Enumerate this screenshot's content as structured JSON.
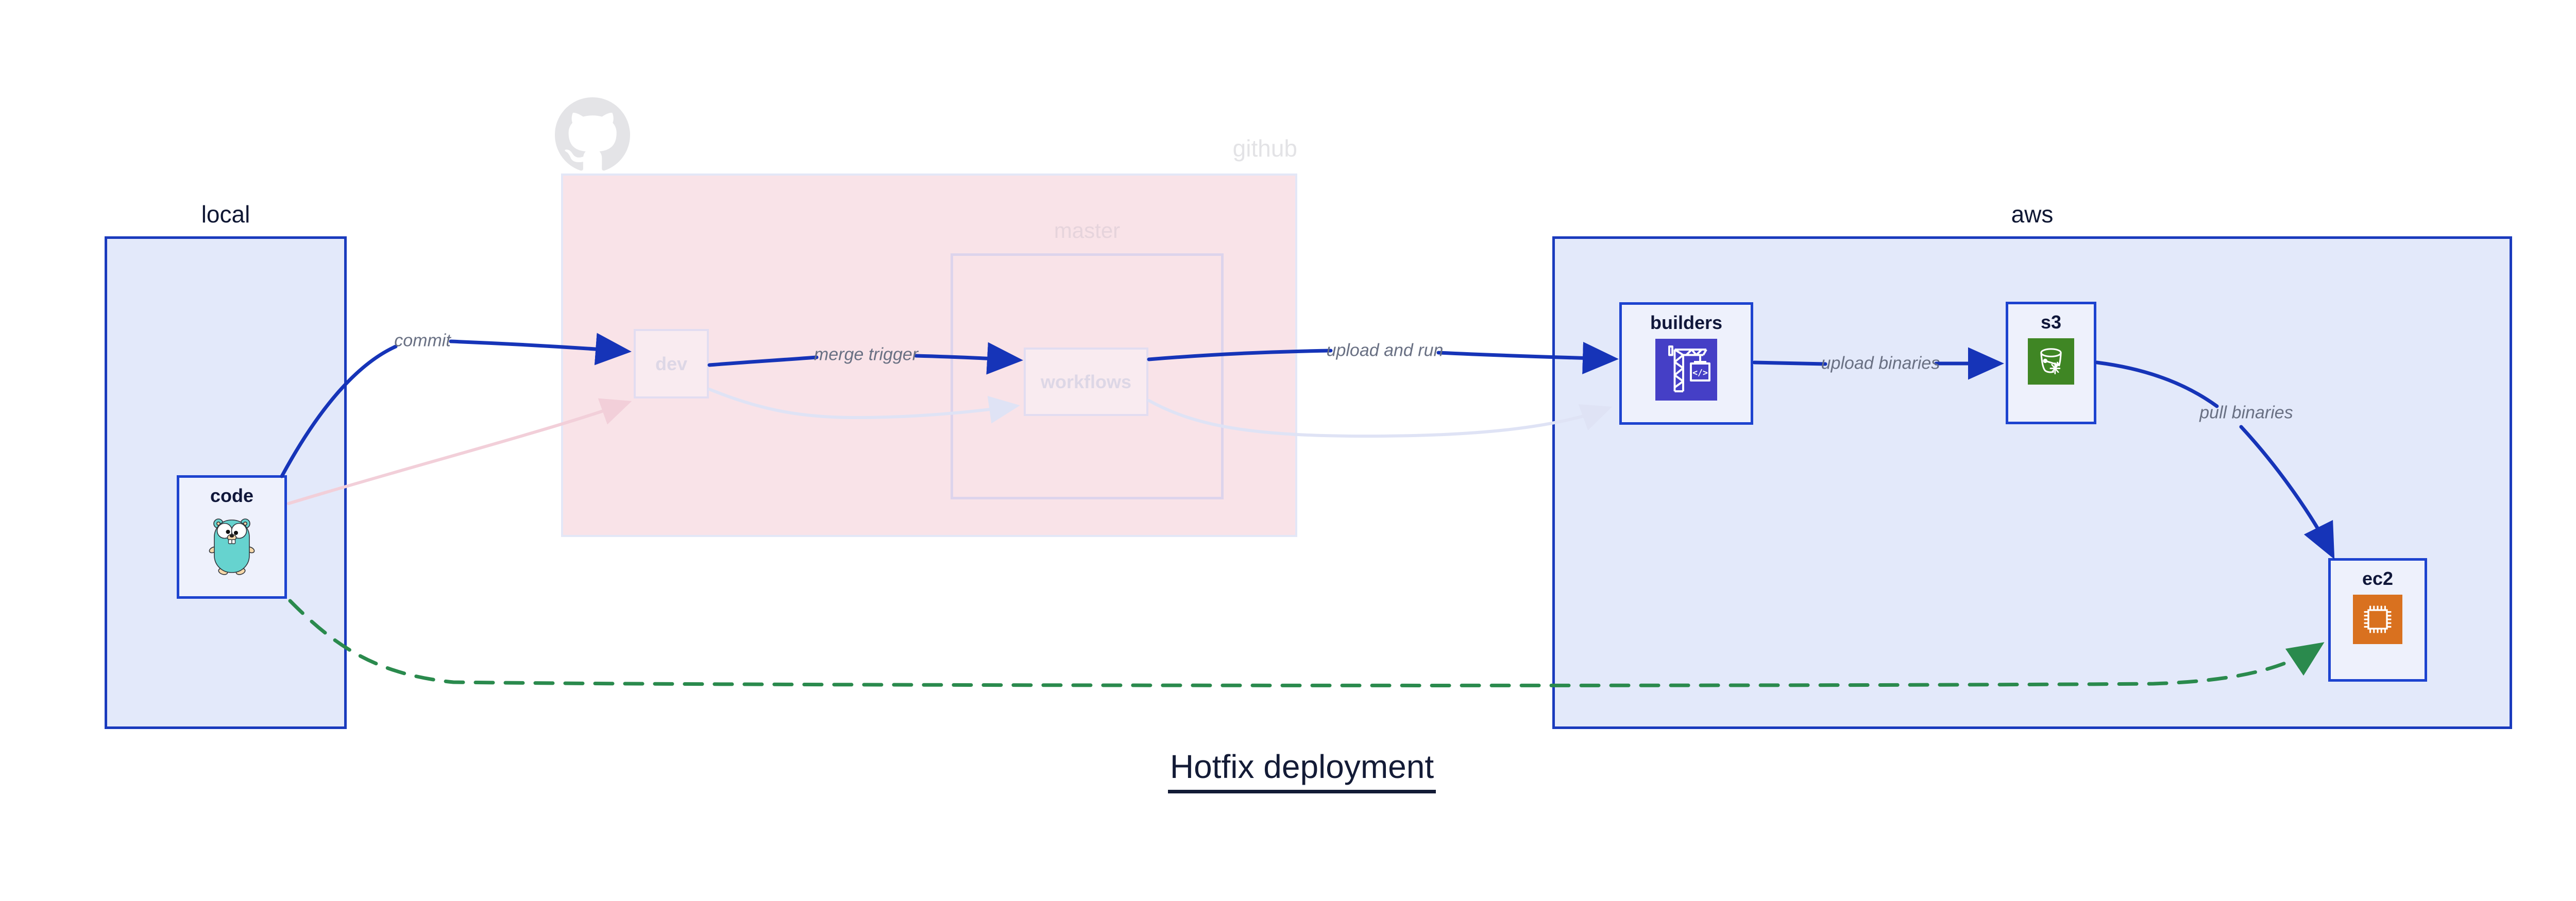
{
  "diagram": {
    "title": "Hotfix deployment"
  },
  "containers": {
    "local": {
      "label": "local"
    },
    "github": {
      "label": "github"
    },
    "master": {
      "label": "master"
    },
    "aws": {
      "label": "aws"
    }
  },
  "nodes": {
    "code": {
      "label": "code",
      "icon": "go-gopher-icon"
    },
    "dev": {
      "label": "dev"
    },
    "workflows": {
      "label": "workflows"
    },
    "builders": {
      "label": "builders",
      "icon": "aws-codebuild-icon"
    },
    "s3": {
      "label": "s3",
      "icon": "aws-s3-glacier-icon"
    },
    "ec2": {
      "label": "ec2",
      "icon": "aws-ec2-chip-icon"
    }
  },
  "edges": {
    "commit": {
      "label": "commit",
      "from": "code",
      "to": "dev",
      "style": "solid-blue"
    },
    "merge_trigger": {
      "label": "merge trigger",
      "from": "dev",
      "to": "workflows",
      "style": "solid-blue"
    },
    "upload_and_run": {
      "label": "upload and run",
      "from": "workflows",
      "to": "builders",
      "style": "solid-blue"
    },
    "upload_binaries": {
      "label": "upload binaries",
      "from": "builders",
      "to": "s3",
      "style": "solid-blue"
    },
    "pull_binaries": {
      "label": "pull binaries",
      "from": "s3",
      "to": "ec2",
      "style": "solid-blue"
    },
    "hotfix_path": {
      "label": "",
      "from": "code",
      "to": "ec2",
      "style": "dashed-green"
    },
    "faded_code_to_dev": {
      "label": "",
      "from": "code",
      "to": "dev",
      "style": "faded-pink"
    },
    "faded_dev_to_workflows": {
      "label": "",
      "from": "dev",
      "to": "workflows",
      "style": "faded-lavender"
    },
    "faded_workflows_to_builders": {
      "label": "",
      "from": "workflows",
      "to": "builders",
      "style": "faded-lavender"
    }
  },
  "colors": {
    "arrow_blue": "#1634b8",
    "arrow_green": "#2a8a4d",
    "arrow_faded_pink": "#f2cfd9",
    "arrow_faded_lavender": "#dfe3f5",
    "container_fill": "#e3e9fa",
    "container_border": "#1a3bbd",
    "github_fill": "#f9e3e8",
    "node_border": "#1d43cf",
    "codebuild_icon_bg": "#453fc6",
    "s3_icon_bg": "#3f8624",
    "ec2_icon_bg": "#d9711f",
    "gopher_body": "#66d3cf"
  }
}
